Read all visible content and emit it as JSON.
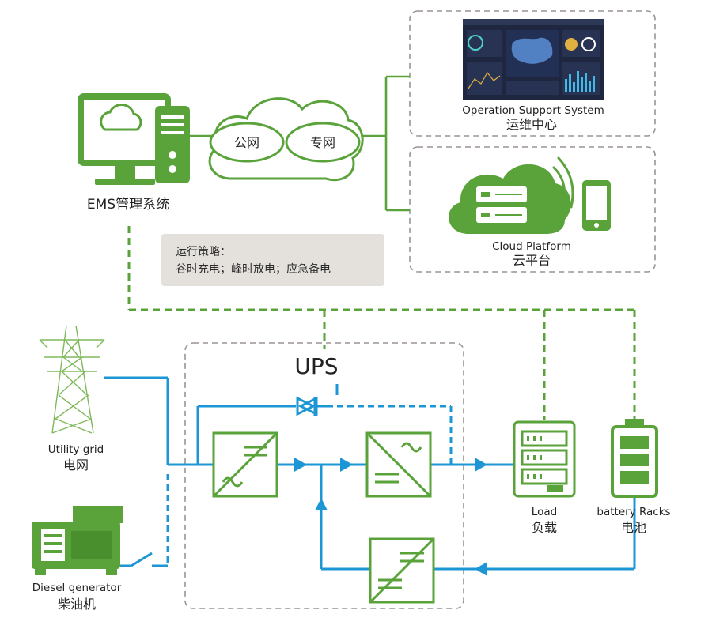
{
  "ems": {
    "label": "EMS管理系统"
  },
  "network": {
    "public": "公网",
    "private": "专网"
  },
  "oss": {
    "label_en": "Operation Support System",
    "label_zh": "运维中心"
  },
  "cloud": {
    "label_en": "Cloud Platform",
    "label_zh": "云平台"
  },
  "strategy": {
    "title": "运行策略：",
    "text": "谷时充电；峰时放电；应急备电"
  },
  "ups": {
    "label": "UPS"
  },
  "grid": {
    "label_en": "Utility grid",
    "label_zh": "电网"
  },
  "load": {
    "label_en": "Load",
    "label_zh": "负载"
  },
  "battery": {
    "label_en": "battery Racks",
    "label_zh": "电池"
  },
  "diesel": {
    "label_en": "Diesel generator",
    "label_zh": "柴油机"
  },
  "colors": {
    "green": "#5aa33a",
    "blue": "#1c96d4",
    "dash_gray": "#9a9490",
    "box_bg": "#e4e0dc",
    "dark_screen": "#1f2740"
  }
}
